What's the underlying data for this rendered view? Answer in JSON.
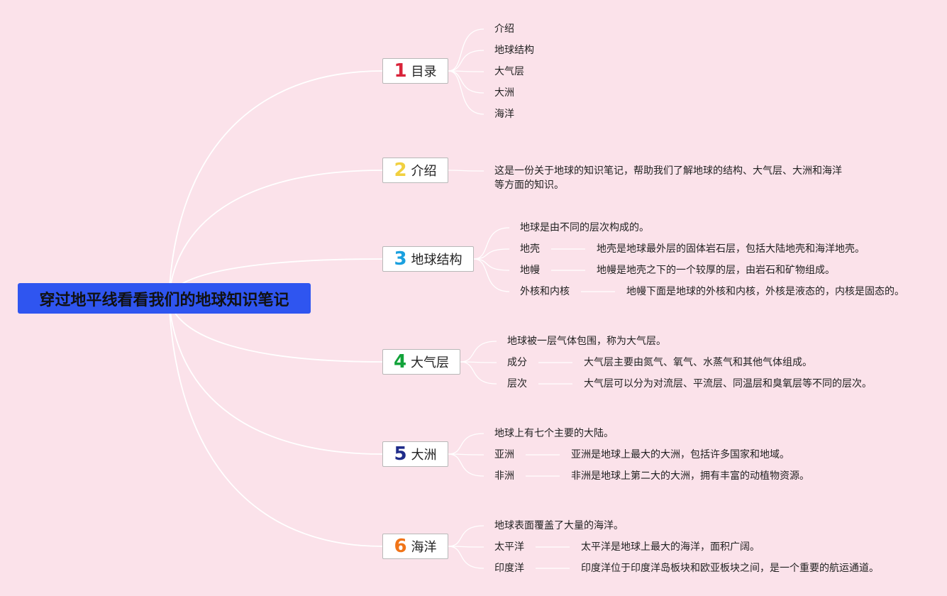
{
  "root": {
    "label": "穿过地平线看看我们的地球知识笔记"
  },
  "topics": [
    {
      "num": "1",
      "num_color": "#d9243a",
      "label": "目录",
      "items": [
        {
          "text": "介绍"
        },
        {
          "text": "地球结构"
        },
        {
          "text": "大气层"
        },
        {
          "text": "大洲"
        },
        {
          "text": "海洋"
        }
      ]
    },
    {
      "num": "2",
      "num_color": "#f1d040",
      "label": "介绍",
      "items": [
        {
          "text": "这是一份关于地球的知识笔记，帮助我们了解地球的结构、大气层、大洲和海洋等方面的知识。"
        }
      ]
    },
    {
      "num": "3",
      "num_color": "#1aa0df",
      "label": "地球结构",
      "items": [
        {
          "text": "地球是由不同的层次构成的。"
        },
        {
          "text": "地壳",
          "detail": "地壳是地球最外层的固体岩石层，包括大陆地壳和海洋地壳。"
        },
        {
          "text": "地幔",
          "detail": "地幔是地壳之下的一个较厚的层，由岩石和矿物组成。"
        },
        {
          "text": "外核和内核",
          "detail": "地幔下面是地球的外核和内核，外核是液态的，内核是固态的。"
        }
      ]
    },
    {
      "num": "4",
      "num_color": "#12a33a",
      "label": "大气层",
      "items": [
        {
          "text": "地球被一层气体包围，称为大气层。"
        },
        {
          "text": "成分",
          "detail": "大气层主要由氮气、氧气、水蒸气和其他气体组成。"
        },
        {
          "text": "层次",
          "detail": "大气层可以分为对流层、平流层、同温层和臭氧层等不同的层次。"
        }
      ]
    },
    {
      "num": "5",
      "num_color": "#1f2c8a",
      "label": "大洲",
      "items": [
        {
          "text": "地球上有七个主要的大陆。"
        },
        {
          "text": "亚洲",
          "detail": "亚洲是地球上最大的大洲，包括许多国家和地域。"
        },
        {
          "text": "非洲",
          "detail": "非洲是地球上第二大的大洲，拥有丰富的动植物资源。"
        }
      ]
    },
    {
      "num": "6",
      "num_color": "#f07418",
      "label": "海洋",
      "items": [
        {
          "text": "地球表面覆盖了大量的海洋。"
        },
        {
          "text": "太平洋",
          "detail": "太平洋是地球上最大的海洋，面积广阔。"
        },
        {
          "text": "印度洋",
          "detail": "印度洋位于印度洋岛板块和欧亚板块之间，是一个重要的航运通道。"
        }
      ]
    }
  ],
  "colors": {
    "background": "#fbe2ea",
    "root_fill": "#2f55f0",
    "connector": "#ffffff"
  }
}
